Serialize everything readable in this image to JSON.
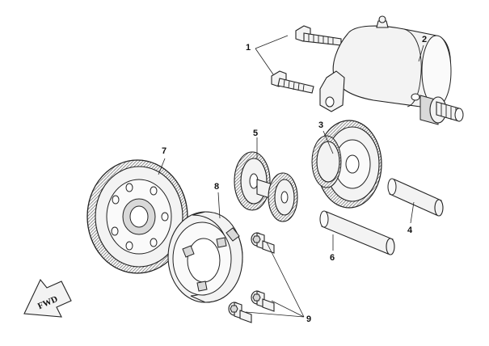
{
  "callouts": [
    "1",
    "2",
    "3",
    "4",
    "5",
    "6",
    "7",
    "8",
    "9"
  ],
  "direction_marker": "FWD"
}
